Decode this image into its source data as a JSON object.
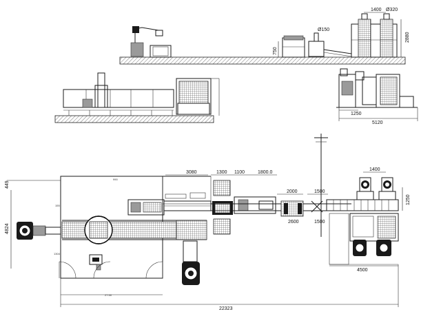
{
  "dimensions": {
    "top_width_1400": "1400",
    "top_dia_320": "Ø320",
    "top_height_2880": "2880",
    "top_dia_150": "Ø150",
    "top_height_750": "750",
    "right_width_1250": "1250",
    "right_width_5120": "5120",
    "plan_3080": "3080",
    "plan_1300": "1300",
    "plan_1100": "1100",
    "plan_1800": "1800.0",
    "plan_2000": "2000",
    "plan_1500_top": "1500",
    "plan_1400": "1400",
    "plan_1250": "1250",
    "plan_2600": "2600",
    "plan_1500_bottom": "1500",
    "plan_4500": "4500",
    "plan_22323": "22323",
    "plan_4824": "4824",
    "plan_449": "449"
  },
  "tiny_labels": {
    "t1": "990",
    "t2": "155",
    "t3": "1304",
    "t4": "27.50"
  },
  "colors": {
    "line": "#1a1a1a",
    "fill": "#9a9a9a",
    "background": "#ffffff"
  }
}
